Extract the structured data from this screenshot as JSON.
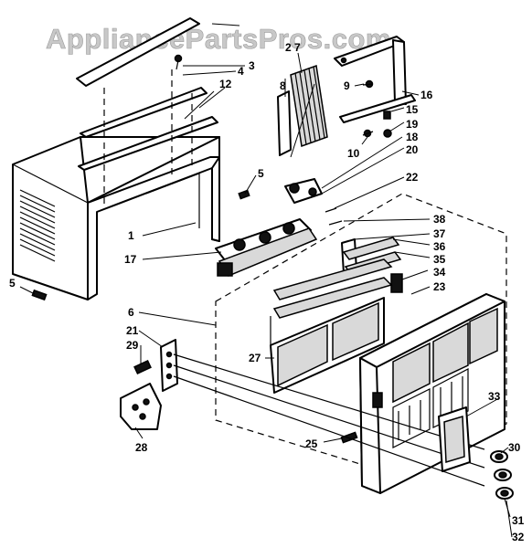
{
  "watermark": "AppliancePartsPros.com",
  "callouts": [
    "1",
    "2",
    "3",
    "4",
    "5",
    "5",
    "5",
    "6",
    "7",
    "8",
    "9",
    "10",
    "12",
    "15",
    "16",
    "17",
    "18",
    "19",
    "20",
    "21",
    "22",
    "23",
    "25",
    "27",
    "28",
    "29",
    "30",
    "31",
    "32",
    "33",
    "34",
    "35",
    "36",
    "37",
    "38"
  ]
}
